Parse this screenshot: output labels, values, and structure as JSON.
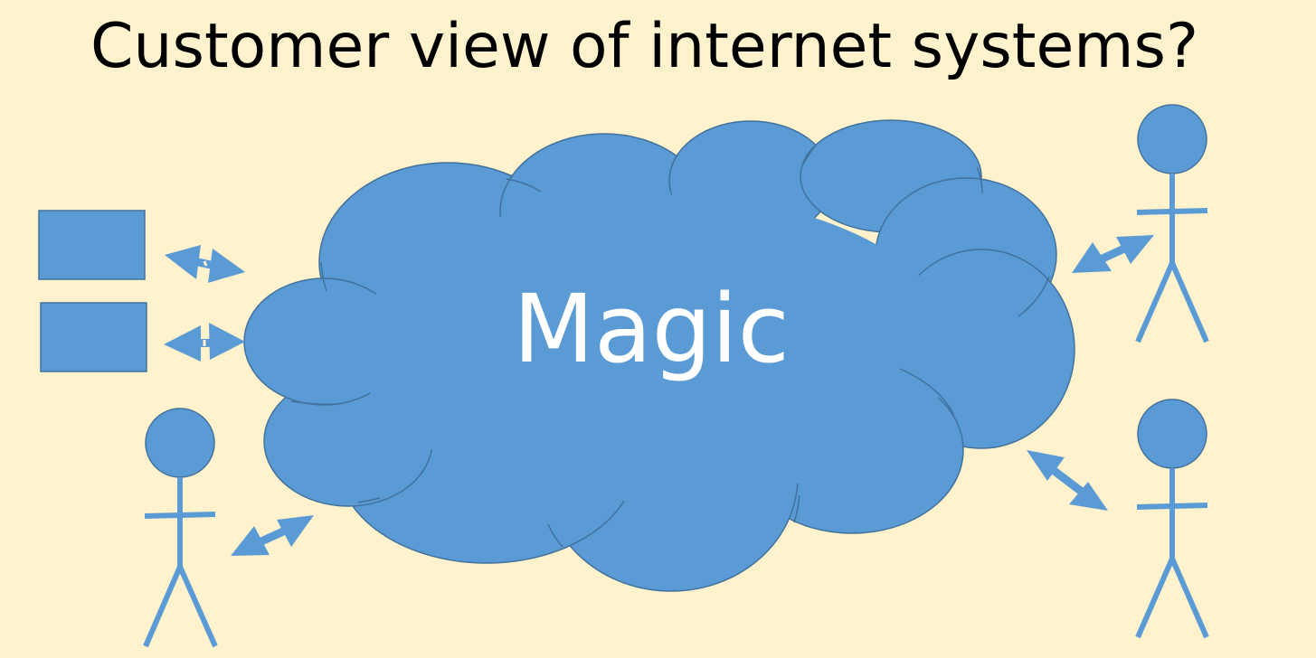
{
  "slide": {
    "title": "Customer view of internet systems?",
    "background_color": "#FFF2CC"
  },
  "diagram": {
    "cloud_label": "Magic",
    "shape_color": "#5B9BD5",
    "shape_outline_color": "#41719C",
    "label_color": "#FFFFFF",
    "actors": [
      {
        "name": "left-client-stick-figure",
        "icon": "person-icon"
      },
      {
        "name": "top-right-stick-figure",
        "icon": "person-icon"
      },
      {
        "name": "bottom-right-stick-figure",
        "icon": "person-icon"
      }
    ],
    "devices": [
      {
        "name": "device-box-top",
        "icon": "rectangle-device-icon"
      },
      {
        "name": "device-box-bottom",
        "icon": "rectangle-device-icon"
      }
    ],
    "connections": [
      {
        "name": "arrow-device-top",
        "icon": "double-arrow-icon"
      },
      {
        "name": "arrow-device-bottom",
        "icon": "double-arrow-icon"
      },
      {
        "name": "arrow-left-figure",
        "icon": "double-arrow-icon"
      },
      {
        "name": "arrow-top-right-figure",
        "icon": "double-arrow-icon"
      },
      {
        "name": "arrow-bottom-right-figure",
        "icon": "double-arrow-icon"
      }
    ]
  }
}
